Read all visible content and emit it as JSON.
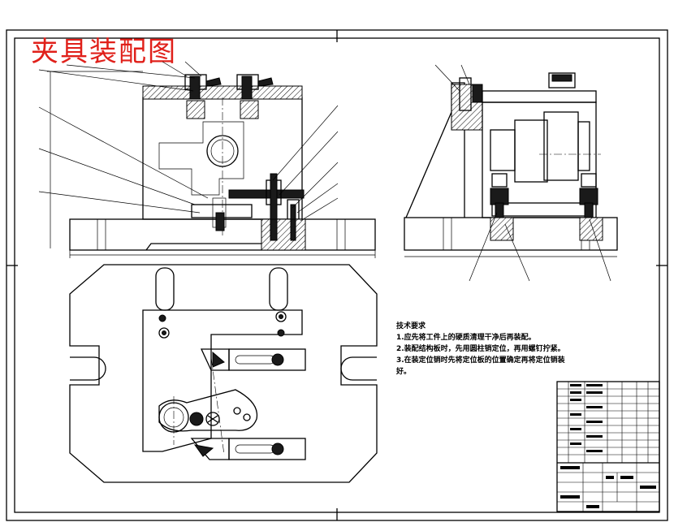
{
  "drawing": {
    "title": "夹具装配图",
    "title_color": "#e0201a",
    "line_color": "#000000",
    "background": "#ffffff"
  },
  "tech_notes": {
    "heading": "技术要求",
    "items": [
      "1.应先将工件上的硬质清理干净后再装配。",
      "2.装配结构板时，先用圆柱销定位，再用螺钉拧紧。",
      "3.在装定位销时先将定位板的位置确定再将定位销装",
      "好。"
    ]
  }
}
